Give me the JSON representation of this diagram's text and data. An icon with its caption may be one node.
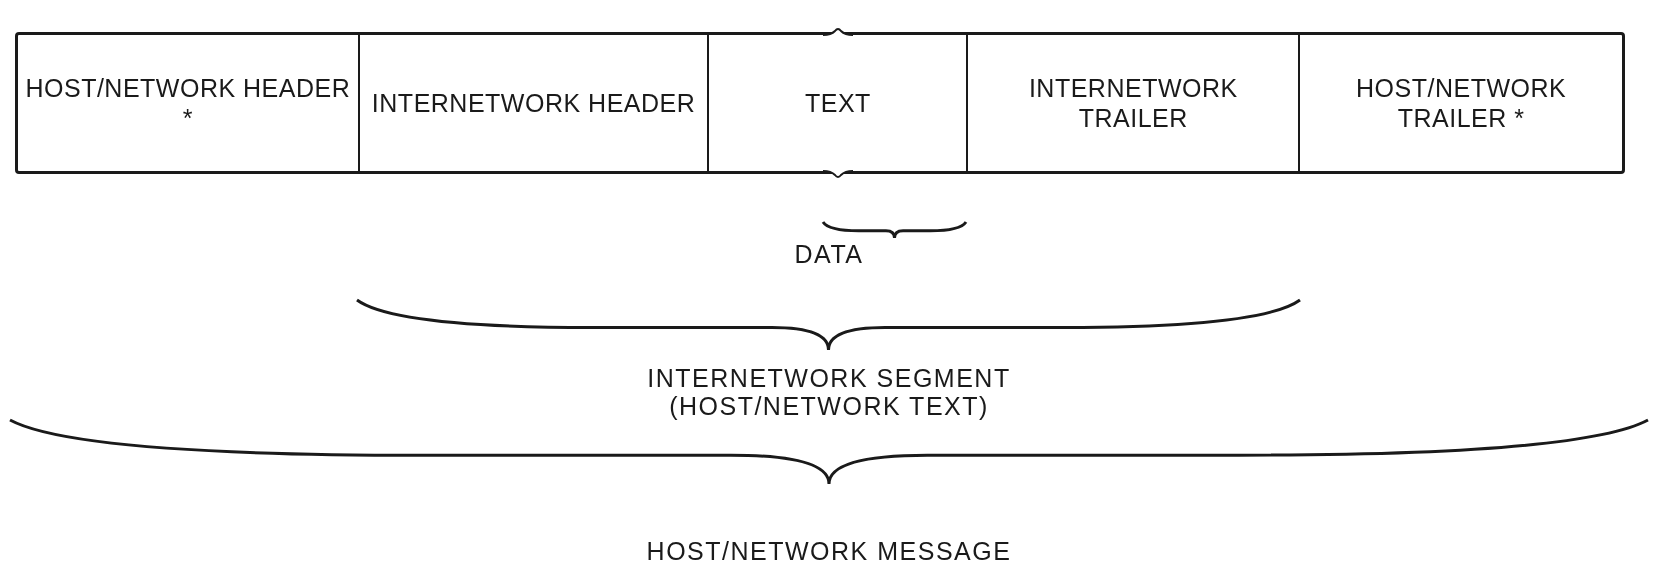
{
  "diagram": {
    "nodes": [
      {
        "text": [
          "HOST/NETWORK HEADER *"
        ]
      },
      {
        "text": [
          "INTERNETWORK HEADER"
        ]
      },
      {
        "text": [
          "TEXT"
        ]
      },
      {
        "text": [
          "INTERNETWORK TRAILER"
        ]
      },
      {
        "text": [
          "HOST/NETWORK TRAILER *"
        ]
      }
    ],
    "labels": [
      "DATA",
      "INTERNETWORK SEGMENT (HOST/NETWORK TEXT)",
      "HOST/NETWORK MESSAGE"
    ]
  }
}
